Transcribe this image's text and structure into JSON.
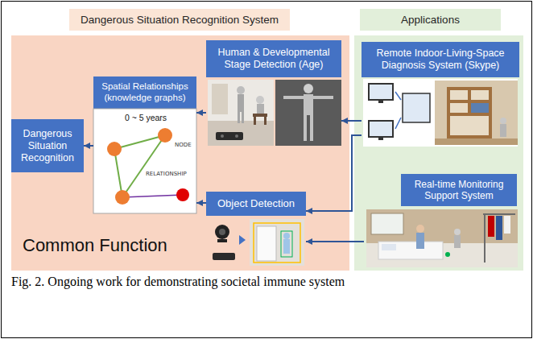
{
  "diagram": {
    "caption": "Fig. 2. Ongoing work for demonstrating societal immune system",
    "nodes": [
      {
        "text": [
          "Dangerous Situation Recognition System",
          "Common Function"
        ]
      },
      {
        "text": [
          "Applications"
        ]
      },
      {
        "text": [
          "Human & Developmental Stage Detection (Age)"
        ],
        "in": 0
      },
      {
        "text": [
          "Spatial Relationships (knowledge graphs)",
          "0 ~ 5 years"
        ],
        "in": 0
      },
      {
        "text": [
          "Dangerous Situation Recognition"
        ],
        "in": 0
      },
      {
        "text": [
          "Object Detection"
        ],
        "in": 0
      },
      {
        "text": [
          "Remote Indoor-Living-Space Diagnosis System (Skype)"
        ],
        "in": 1
      },
      {
        "text": [
          "Real-time Monitoring Support System"
        ],
        "in": 1
      }
    ],
    "edges": [
      {
        "from": 2,
        "to": 3,
        "arrow": "to"
      },
      {
        "from": 3,
        "to": 4,
        "arrow": "to"
      },
      {
        "from": 5,
        "to": 3,
        "arrow": "to"
      },
      {
        "from": 6,
        "to": 2,
        "arrow": "to"
      },
      {
        "from": 6,
        "to": 5,
        "arrow": "to"
      },
      {
        "from": 7,
        "to": 5,
        "arrow": "to"
      }
    ],
    "labels": [
      "NODE",
      "RELATIONSHIP"
    ]
  }
}
